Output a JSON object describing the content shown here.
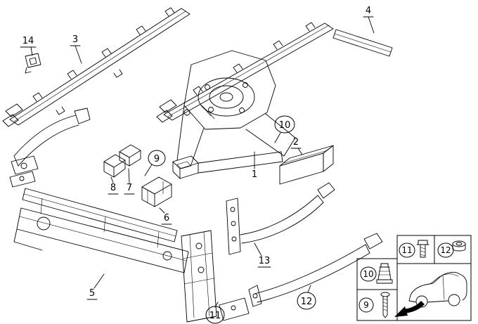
{
  "page": {
    "background": "#ffffff",
    "line_color": "#000000"
  },
  "callouts": {
    "part1": "1",
    "part2": "2",
    "part3": "3",
    "part4": "4",
    "part5": "5",
    "part6": "6",
    "part7": "7",
    "part8": "8",
    "part9": "9",
    "part10": "10",
    "part11": "11",
    "part12": "12",
    "part13": "13",
    "part14": "14"
  },
  "legend": {
    "screw_label": "11",
    "grommet_label": "12",
    "buffer_label": "10",
    "bolt_label": "9"
  }
}
